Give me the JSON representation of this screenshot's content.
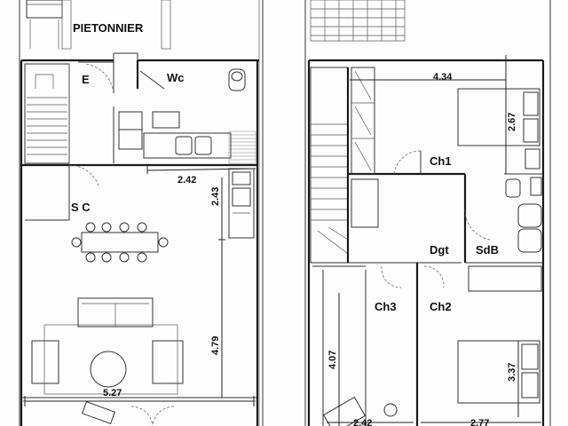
{
  "left_plan": {
    "street_label": "PIETONNIER",
    "entry_label": "E",
    "wc_label": "Wc",
    "living_label": "S C",
    "dim_kitchen_width": "2.42",
    "dim_kitchen_depth": "2.43",
    "dim_living_length": "4.79",
    "dim_living_width": "5.27"
  },
  "right_plan": {
    "bedroom1_label": "Ch1",
    "bedroom2_label": "Ch2",
    "bedroom3_label": "Ch3",
    "hall_label": "Dgt",
    "bathroom_label": "SdB",
    "dim_ch1_width": "4.34",
    "dim_ch1_depth": "2.67",
    "dim_ch3_length": "4.07",
    "dim_ch3_width": "2.42",
    "dim_ch2_length": "3.37",
    "dim_ch2_width": "2.77"
  }
}
